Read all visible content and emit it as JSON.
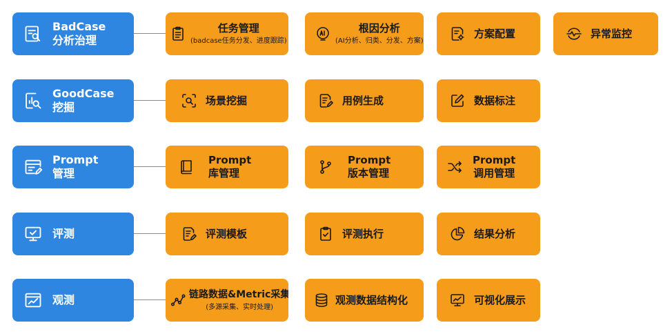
{
  "rows": [
    {
      "category": {
        "line1": "BadCase",
        "line2": "分析治理",
        "icon": "report-search-icon"
      },
      "features": [
        {
          "title": "任务管理",
          "subtitle": "(badcase任务分发、进度跟踪)",
          "icon": "clipboard-list-icon"
        },
        {
          "title": "根因分析",
          "subtitle": "(AI分析、归类、分发、方案)",
          "icon": "ai-chip-icon"
        },
        {
          "title": "方案配置",
          "icon": "document-gear-icon"
        },
        {
          "title": "异常监控",
          "icon": "pulse-icon"
        }
      ]
    },
    {
      "category": {
        "line1": "GoodCase",
        "line2": "挖掘",
        "icon": "chart-search-icon"
      },
      "features": [
        {
          "title": "场景挖掘",
          "icon": "focus-search-icon"
        },
        {
          "title": "用例生成",
          "icon": "document-edit-icon"
        },
        {
          "title": "数据标注",
          "icon": "pencil-square-icon"
        }
      ]
    },
    {
      "category": {
        "line1": "Prompt",
        "line2": "管理",
        "icon": "window-edit-icon"
      },
      "features": [
        {
          "title": "Prompt",
          "title2": "库管理",
          "icon": "book-icon"
        },
        {
          "title": "Prompt",
          "title2": "版本管理",
          "icon": "git-branch-icon"
        },
        {
          "title": "Prompt",
          "title2": "调用管理",
          "icon": "shuffle-icon"
        }
      ]
    },
    {
      "category": {
        "line1": "评测",
        "icon": "monitor-check-icon"
      },
      "features": [
        {
          "title": "评测模板",
          "icon": "template-edit-icon"
        },
        {
          "title": "评测执行",
          "icon": "clipboard-check-icon"
        },
        {
          "title": "结果分析",
          "icon": "pie-chart-icon"
        }
      ]
    },
    {
      "category": {
        "line1": "观测",
        "icon": "browser-chart-icon"
      },
      "features": [
        {
          "title": "链路数据&Metric采集",
          "subtitle": "(多源采集、实时处理)",
          "icon": "scatter-line-icon"
        },
        {
          "title": "观测数据结构化",
          "icon": "database-icon"
        },
        {
          "title": "可视化展示",
          "icon": "monitor-chart-icon"
        }
      ]
    }
  ],
  "colors": {
    "category": "#2f86e0",
    "feature": "#f59c1a",
    "connector": "#8a8a8a"
  }
}
